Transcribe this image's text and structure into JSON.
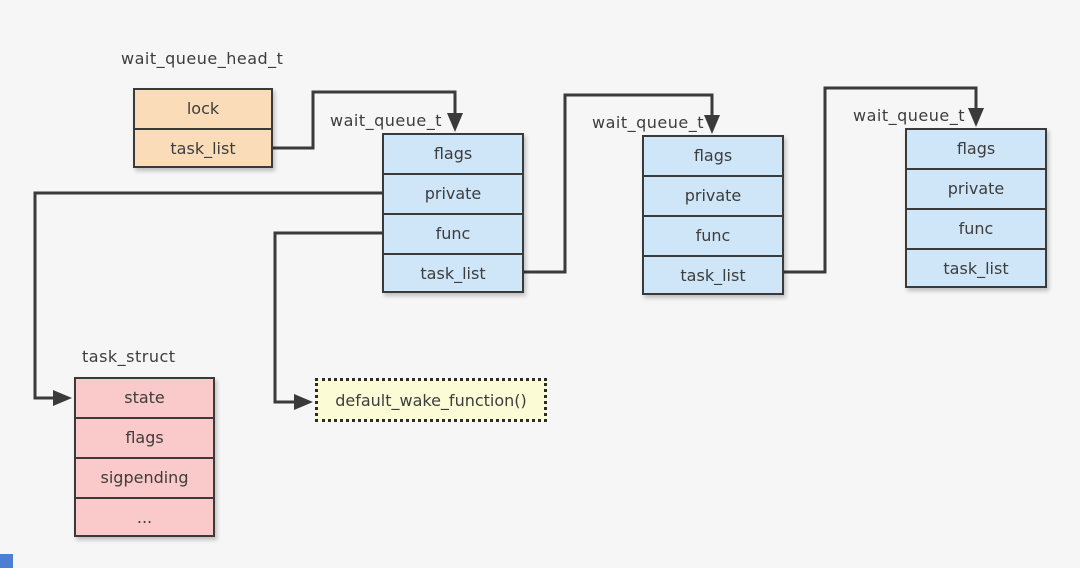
{
  "title": "wait queue structures diagram",
  "colors": {
    "background": "#f6f6f7",
    "line_stroke": "#3a3a3a",
    "wait_queue_head_fill": "#fbdcb8",
    "wait_queue_fill": "#cfe5f8",
    "task_struct_fill": "#fac9c9",
    "wake_function_fill": "#fbfbd6",
    "corner_square": "#4a7fd4"
  },
  "nodes": {
    "wait_queue_head": {
      "title": "wait_queue_head_t",
      "rows": [
        "lock",
        "task_list"
      ]
    },
    "wait_queue_1": {
      "title": "wait_queue_t",
      "rows": [
        "flags",
        "private",
        "func",
        "task_list"
      ]
    },
    "wait_queue_2": {
      "title": "wait_queue_t",
      "rows": [
        "flags",
        "private",
        "func",
        "task_list"
      ]
    },
    "wait_queue_3": {
      "title": "wait_queue_t",
      "rows": [
        "flags",
        "private",
        "func",
        "task_list"
      ]
    },
    "task_struct": {
      "title": "task_struct",
      "rows": [
        "state",
        "flags",
        "sigpending",
        "..."
      ]
    },
    "wake_function": {
      "label": "default_wake_function()"
    }
  },
  "connections": [
    "wait_queue_head.task_list -> wait_queue_1 (top)",
    "wait_queue_1.task_list -> wait_queue_2 (top)",
    "wait_queue_2.task_list -> wait_queue_3 (top)",
    "wait_queue_1.private -> task_struct.state",
    "wait_queue_1.func -> default_wake_function()"
  ]
}
